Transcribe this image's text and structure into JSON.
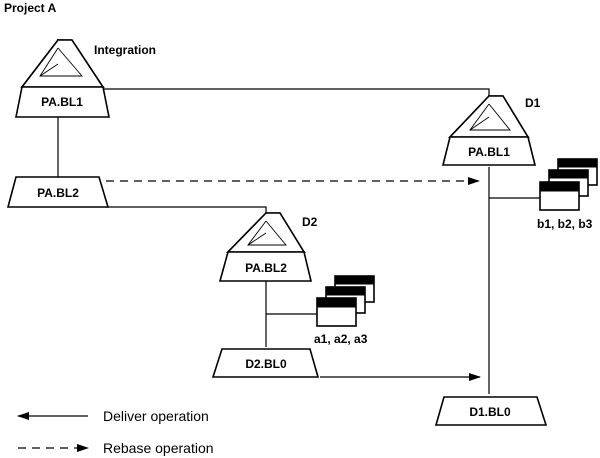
{
  "project": {
    "title": "Project A"
  },
  "integration_stream": {
    "label": "Integration",
    "baseline": "PA.BL1"
  },
  "integration_baseline_2": {
    "label": "PA.BL2"
  },
  "stream_d1": {
    "name": "D1",
    "foundation": "PA.BL1",
    "activities": "b1, b2, b3",
    "baseline": "D1.BL0"
  },
  "stream_d2": {
    "name": "D2",
    "foundation": "PA.BL2",
    "activities": "a1, a2, a3",
    "baseline": "D2.BL0"
  },
  "legend": {
    "deliver": "Deliver operation",
    "rebase": "Rebase operation"
  }
}
